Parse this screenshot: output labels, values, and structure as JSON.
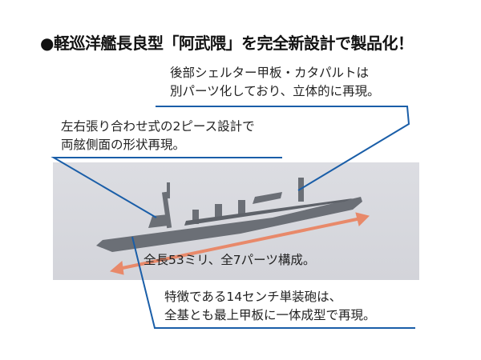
{
  "title": "●軽巡洋艦長良型「阿武隈」を完全新設計で製品化！",
  "callouts": {
    "rear_shelter": [
      "後部シェルター甲板・カタパルトは",
      "別パーツ化しており、立体的に再現。"
    ],
    "hull_halves": [
      "左右張り合わせ式の2ピース設計で",
      "両舷側面の形状再現。"
    ],
    "length": "全長53ミリ、全7パーツ構成。",
    "main_guns": [
      "特徴である14センチ単装砲は、",
      "全基とも最上甲板に一体成型で再現。"
    ]
  },
  "colors": {
    "leader_line": "#1a5ea8",
    "arrow": "#e8896a",
    "ship": "#6b6f76"
  }
}
